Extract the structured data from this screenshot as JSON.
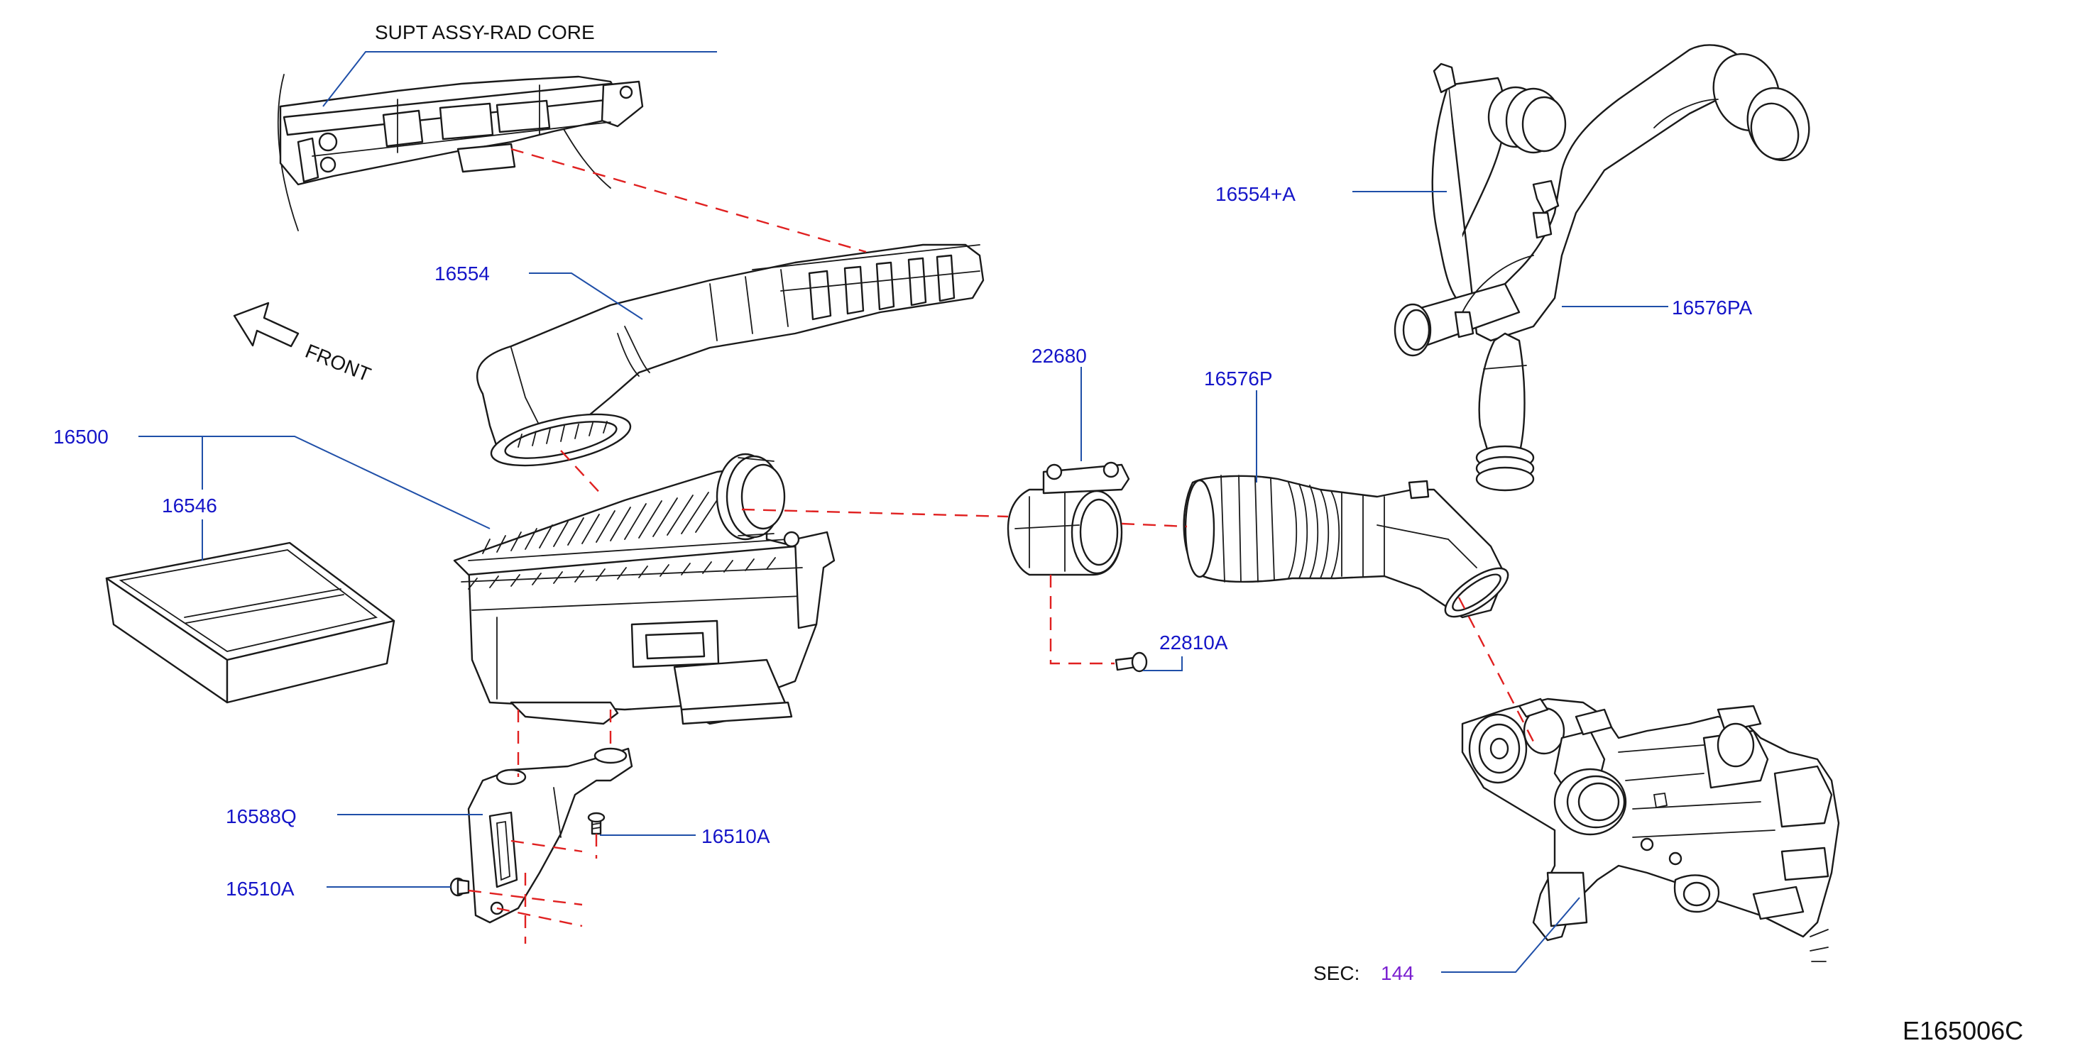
{
  "labels": {
    "supt_assy_rad_core": "SUPT ASSY-RAD CORE",
    "front": "FRONT",
    "p16554": "16554",
    "p16500": "16500",
    "p16546": "16546",
    "p16588q": "16588Q",
    "p16510a_right": "16510A",
    "p16510a_left": "16510A",
    "p22680": "22680",
    "p22810a": "22810A",
    "p16576p": "16576P",
    "p16554a": "16554+A",
    "p16576pa": "16576PA",
    "sec_prefix": "SEC:",
    "sec_number": "144",
    "diagram_code": "E165006C"
  },
  "colors": {
    "label_blue": "#1515c8",
    "leader_blue": "#1f4fa8",
    "dashed_red": "#e02020",
    "outline_black": "#1a1a1a",
    "section_purple": "#7a1fd0"
  }
}
